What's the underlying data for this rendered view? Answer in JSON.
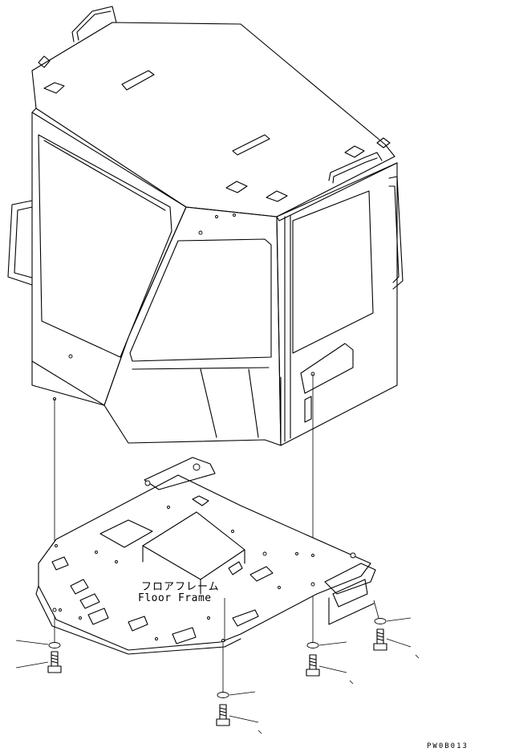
{
  "labels": {
    "floor_frame_jp": "フロアフレーム",
    "floor_frame_en": "Floor Frame"
  },
  "drawing_code": "PW0B013",
  "colors": {
    "line": "#000000",
    "background": "#ffffff"
  }
}
